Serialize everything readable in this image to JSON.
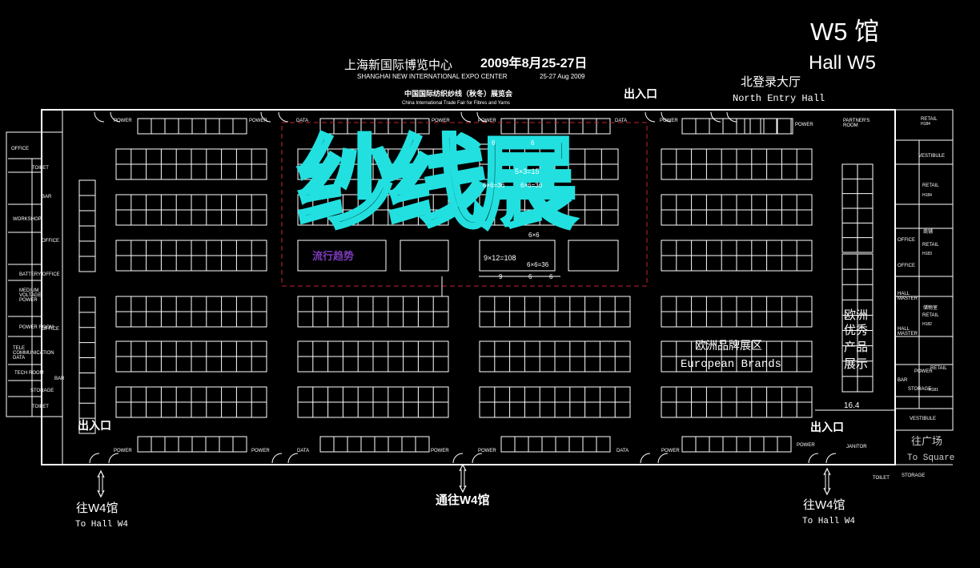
{
  "hall": {
    "title_cn": "W5 馆",
    "title_en": "Hall W5"
  },
  "header": {
    "venue_cn": "上海新国际博览中心",
    "dates_cn": "2009年8月25-27日",
    "venue_en": "SHANGHAI NEW INTERNATIONAL EXPO CENTER",
    "dates_en": "25-27 Aug 2009",
    "fair_cn": "中国国际纺织纱线（秋冬）展览会",
    "fair_en": "China International Trade Fair for Fibres and Yarns"
  },
  "north_entry": {
    "cn": "北登录大厅",
    "en": "North Entry Hall"
  },
  "entrances": {
    "top": "出入口",
    "left": "出入口",
    "right": "出入口"
  },
  "exits": {
    "left_cn": "往W4馆",
    "left_en": "To Hall W4",
    "center_cn": "通往W4馆",
    "right_cn": "往W4馆",
    "right_en": "To Hall W4",
    "far_right_cn": "往广场",
    "far_right_en": "To Square"
  },
  "zones": {
    "yarn_cn": "纱线展",
    "yarn_sub": "流行趋势",
    "european_cn": "欧洲品牌展区",
    "european_en": "European Brands",
    "eu_products": [
      "欧洲",
      "优秀",
      "产品",
      "展示"
    ],
    "dim_16": "16.4"
  },
  "dimensions": {
    "d1": "6",
    "d2": "6",
    "d3": "5×3=15",
    "d4": "6×6=36",
    "d5": "6×6=36",
    "d6": "6×6",
    "d7": "9×12=108",
    "d8": "6×6=36",
    "d9": "9",
    "d10": "6",
    "d11": "6"
  },
  "labels": {
    "power": "POWER",
    "data": "DATA",
    "partners_room": "PARTNER'S ROOM",
    "vestibule": "VESTIBULE",
    "retail": "RETAIL",
    "office": "OFFICE",
    "hall_master": "HALL MASTER",
    "storage": "STORAGE",
    "toilet": "TOILET",
    "janitor": "JANITOR",
    "workshop": "WORKSHOP",
    "battery_office": "BATTERY OFFICE",
    "medium_voltage": "MEDIUM VOLTAGE POWER",
    "tele": "TELE COMMUNICATION DATA",
    "tech_room": "TECH ROOM",
    "bar": "BAR",
    "power_room": "POWER ROOM",
    "h184": "H184",
    "h183": "H183",
    "h182": "H182",
    "h181": "H181",
    "shop_cn": "商铺",
    "storage_cn": "储物室"
  }
}
